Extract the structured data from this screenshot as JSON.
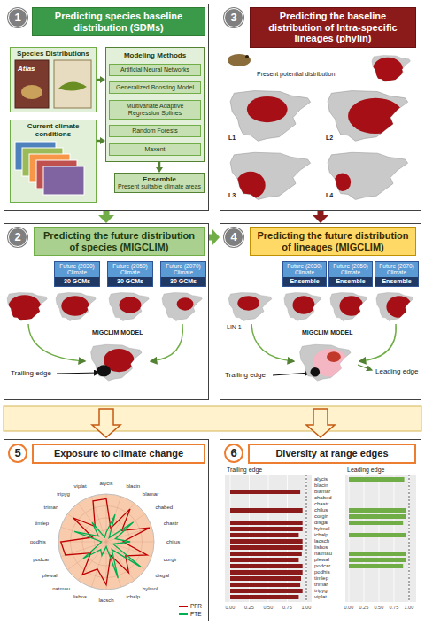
{
  "diagram": {
    "nodes": [
      {
        "text": [
          "1",
          "Predicting species baseline distribution (SDMs)"
        ]
      },
      {
        "text": [
          "Species Distributions"
        ],
        "in": 0
      },
      {
        "text": [
          "Current climate conditions"
        ],
        "in": 0
      },
      {
        "text": [
          "Modeling Methods"
        ],
        "in": 0
      },
      {
        "text": [
          "Artificial Neural Networks"
        ],
        "in": 3
      },
      {
        "text": [
          "Generalized Boosting Model"
        ],
        "in": 3
      },
      {
        "text": [
          "Multivariate Adaptive Regression Splines"
        ],
        "in": 3
      },
      {
        "text": [
          "Random Forests"
        ],
        "in": 3
      },
      {
        "text": [
          "Maxent"
        ],
        "in": 3
      },
      {
        "text": [
          "Ensemble",
          "Present suitable climate areas"
        ],
        "in": 0
      },
      {
        "text": [
          "3",
          "Predicting the baseline distribution of Intra-specific lineages (phylin)"
        ]
      },
      {
        "text": [
          "2",
          "Predicting the future distribution of species (MIGCLIM)"
        ]
      },
      {
        "text": [
          "Future (2030) Climate",
          "30 GCMs"
        ],
        "in": 11
      },
      {
        "text": [
          "Future (2050) Climate",
          "30 GCMs"
        ],
        "in": 11
      },
      {
        "text": [
          "Future (2070) Climate",
          "30 GCMs"
        ],
        "in": 11
      },
      {
        "text": [
          "4",
          "Predicting the future distribution of lineages (MIGCLIM)"
        ]
      },
      {
        "text": [
          "Future (2030) Climate",
          "Ensemble"
        ],
        "in": 15
      },
      {
        "text": [
          "Future (2050) Climate",
          "Ensemble"
        ],
        "in": 15
      },
      {
        "text": [
          "Future (2070) Climate",
          "Ensemble"
        ],
        "in": 15
      },
      {
        "text": [
          "5",
          "Exposure to climate change"
        ]
      },
      {
        "text": [
          "6",
          "Diversity at range edges"
        ]
      }
    ],
    "edges": [
      {
        "from": 1,
        "to": 3,
        "arrow": "to"
      },
      {
        "from": 2,
        "to": 3,
        "arrow": "to"
      },
      {
        "from": 3,
        "to": 9,
        "arrow": "to"
      },
      {
        "from": 0,
        "to": 11,
        "arrow": "to"
      },
      {
        "from": 10,
        "to": 15,
        "arrow": "to"
      },
      {
        "from": 11,
        "to": 15,
        "arrow": "to"
      }
    ],
    "labels": [
      "Atlas",
      "Present potential distribution",
      "L1",
      "L2",
      "L3",
      "L4",
      "MIGCLIM MODEL",
      "Trailing edge",
      "LIN 1",
      "MIGCLIM MODEL",
      "Trailing edge",
      "Leading edge",
      "alycis",
      "blacin",
      "blamar",
      "chabed",
      "chastr",
      "chilus",
      "corgir",
      "disgal",
      "hylmol",
      "ichalp",
      "lacsch",
      "lisbos",
      "natmau",
      "plewal",
      "podcar",
      "podhis",
      "timlep",
      "trimar",
      "tripyg",
      "viplat",
      "Trailing edge",
      "Leading edge",
      "alycis",
      "blacin",
      "blamar",
      "chabed",
      "chastr",
      "chilus",
      "corgir",
      "disgal",
      "hylmol",
      "ichalp",
      "lacsch",
      "lisbos",
      "natmau",
      "plewal",
      "podcar",
      "podhis",
      "timlep",
      "trimar",
      "tripyg",
      "viplat",
      "0.00",
      "0.25",
      "0.50",
      "0.75",
      "1.00",
      "0.00",
      "0.25",
      "0.50",
      "0.75",
      "1.00"
    ],
    "legend": [
      {
        "text": "PFR"
      },
      {
        "text": "PTE"
      }
    ]
  }
}
